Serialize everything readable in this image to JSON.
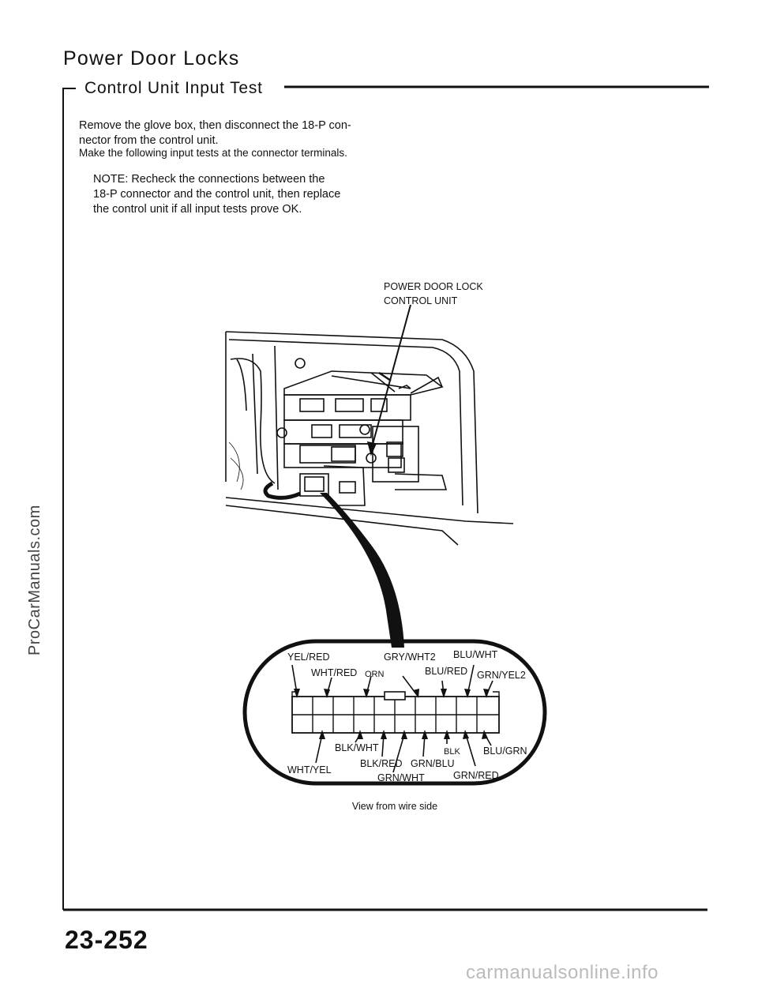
{
  "header": {
    "title": "Power Door Locks",
    "subtitle": "Control Unit Input Test"
  },
  "body": {
    "paragraphs": [
      "Remove the glove box, then disconnect the 18-P con-\nnector from the control unit.",
      "Make the following input tests at the connector terminals."
    ],
    "note": "NOTE: Recheck the connections between the\n18-P connector and the control unit, then replace\nthe control unit if all input tests prove OK."
  },
  "figure": {
    "component_label": "POWER DOOR LOCK\nCONTROL UNIT",
    "top_pins": [
      "YEL/RED",
      "WHT/RED",
      "ORN",
      "GRY/WHT2",
      "BLU/RED",
      "BLU/WHT",
      "GRN/YEL2"
    ],
    "bottom_pins": [
      "WHT/YEL",
      "BLK/WHT",
      "BLK/RED",
      "GRN/WHT",
      "GRN/BLU",
      "BLK",
      "GRN/RED",
      "BLU/GRN"
    ],
    "caption": "View from wire side"
  },
  "footer": {
    "page_number": "23-252",
    "watermark": "carmanualsonline.info"
  },
  "side_watermark": "ProCarManuals.com"
}
